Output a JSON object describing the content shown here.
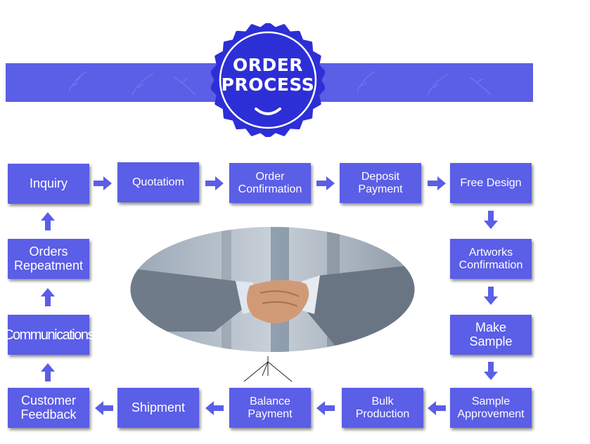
{
  "title": {
    "line1": "ORDER",
    "line2": "PROCESS"
  },
  "colors": {
    "accent": "#5b5ee6",
    "badge": "#2d2fd6",
    "arrow": "#5b5ee6"
  },
  "steps": [
    {
      "label": "Inquiry"
    },
    {
      "label": "Quotatiom"
    },
    {
      "label": "Order\nConfirmation"
    },
    {
      "label": "Deposit\nPayment"
    },
    {
      "label": "Free Design"
    },
    {
      "label": "Artworks\nConfirmation"
    },
    {
      "label": "Make\nSample"
    },
    {
      "label": "Sample\nApprovement"
    },
    {
      "label": "Bulk\nProduction"
    },
    {
      "label": "Balance\nPayment"
    },
    {
      "label": "Shipment"
    },
    {
      "label": "Customer\nFeedback"
    },
    {
      "label": "Communications"
    },
    {
      "label": "Orders\nRepeatment"
    }
  ],
  "icons": {
    "badge_chevron": "chevron-down-icon",
    "flow_arrow": "arrow-icon",
    "photo": "handshake-photo"
  }
}
